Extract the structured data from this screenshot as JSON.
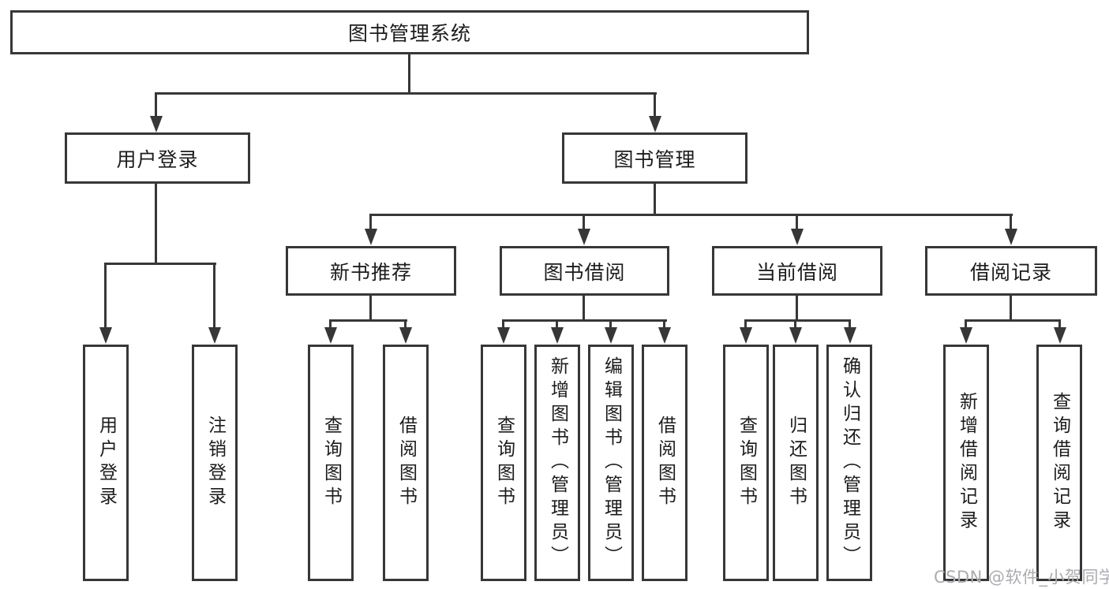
{
  "diagram": {
    "root": {
      "label": "图书管理系统"
    },
    "level2": {
      "user_login": {
        "label": "用户登录"
      },
      "book_mgmt": {
        "label": "图书管理"
      }
    },
    "level3": {
      "new_books": {
        "label": "新书推荐"
      },
      "book_borrow": {
        "label": "图书借阅"
      },
      "current_borrow": {
        "label": "当前借阅"
      },
      "borrow_records": {
        "label": "借阅记录"
      }
    },
    "leaves": {
      "user_login_leaf": {
        "label": "用户登录"
      },
      "logout": {
        "label": "注销登录"
      },
      "query_books_1": {
        "label": "查询图书"
      },
      "borrow_books_1": {
        "label": "借阅图书"
      },
      "query_books_2": {
        "label": "查询图书"
      },
      "add_books": {
        "label": "新增图书（管理员）"
      },
      "edit_books": {
        "label": "编辑图书（管理员）"
      },
      "borrow_books_2": {
        "label": "借阅图书"
      },
      "query_books_3": {
        "label": "查询图书"
      },
      "return_books": {
        "label": "归还图书"
      },
      "confirm_return": {
        "label": "确认归还（管理员）"
      },
      "add_borrow_record": {
        "label": "新增借阅记录"
      },
      "query_borrow_record": {
        "label": "查询借阅记录"
      }
    }
  },
  "watermark": {
    "text": "CSDN @软件_小贺同学"
  },
  "colors": {
    "line": "#373737",
    "text": "#1c1c1c",
    "watermark": "#a9acb1",
    "background": "#ffffff"
  }
}
